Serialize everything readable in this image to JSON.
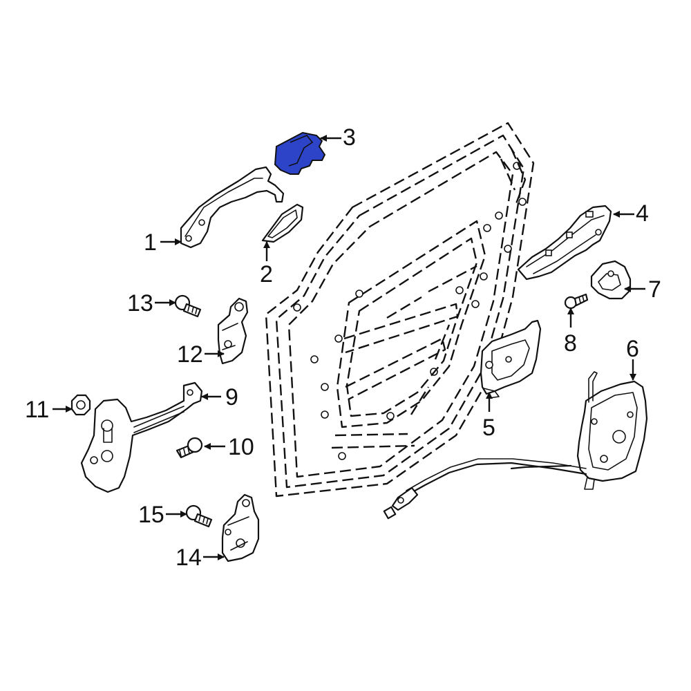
{
  "diagram": {
    "highlight_color": "#2d43c8",
    "line_color": "#111111",
    "background": "#ffffff",
    "callouts": [
      {
        "id": "1",
        "label": "1"
      },
      {
        "id": "2",
        "label": "2"
      },
      {
        "id": "3",
        "label": "3"
      },
      {
        "id": "4",
        "label": "4"
      },
      {
        "id": "5",
        "label": "5"
      },
      {
        "id": "6",
        "label": "6"
      },
      {
        "id": "7",
        "label": "7"
      },
      {
        "id": "8",
        "label": "8"
      },
      {
        "id": "9",
        "label": "9"
      },
      {
        "id": "10",
        "label": "10"
      },
      {
        "id": "11",
        "label": "11"
      },
      {
        "id": "12",
        "label": "12"
      },
      {
        "id": "13",
        "label": "13"
      },
      {
        "id": "14",
        "label": "14"
      },
      {
        "id": "15",
        "label": "15"
      }
    ]
  }
}
